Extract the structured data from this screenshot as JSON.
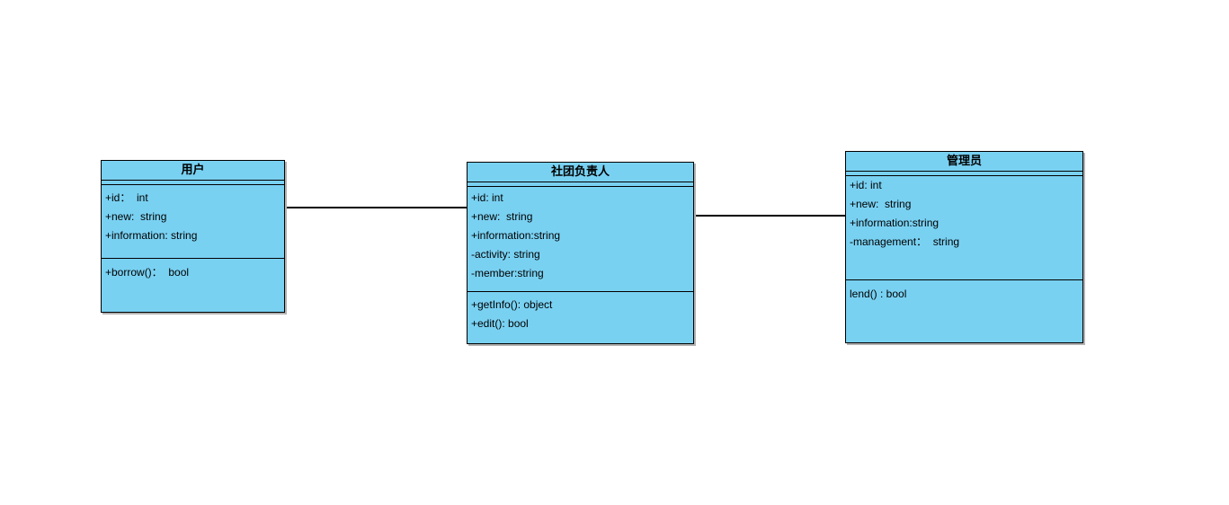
{
  "diagram": {
    "type": "uml-class-diagram",
    "background_color": "#ffffff",
    "shape_fill_color": "#79d1f2",
    "shape_border_color": "#000000",
    "shadow_color": "#b2b2b2",
    "classes": [
      {
        "name": "用户",
        "attributes": [
          "+id：  int",
          "+new:  string",
          "+information: string"
        ],
        "methods": [
          "+borrow()：  bool"
        ]
      },
      {
        "name": "社团负责人",
        "attributes": [
          "+id: int",
          "+new:  string",
          "+information:string",
          "-activity: string",
          "-member:string"
        ],
        "methods": [
          "+getInfo(): object",
          "+edit(): bool"
        ]
      },
      {
        "name": "管理员",
        "attributes": [
          "+id: int",
          "+new:  string",
          "+information:string",
          "-management：  string"
        ],
        "methods": [
          "lend() : bool"
        ]
      }
    ],
    "connectors": [
      {
        "from": "用户",
        "to": "社团负责人",
        "style": "plain-association"
      },
      {
        "from": "社团负责人",
        "to": "管理员",
        "style": "plain-association"
      }
    ]
  }
}
